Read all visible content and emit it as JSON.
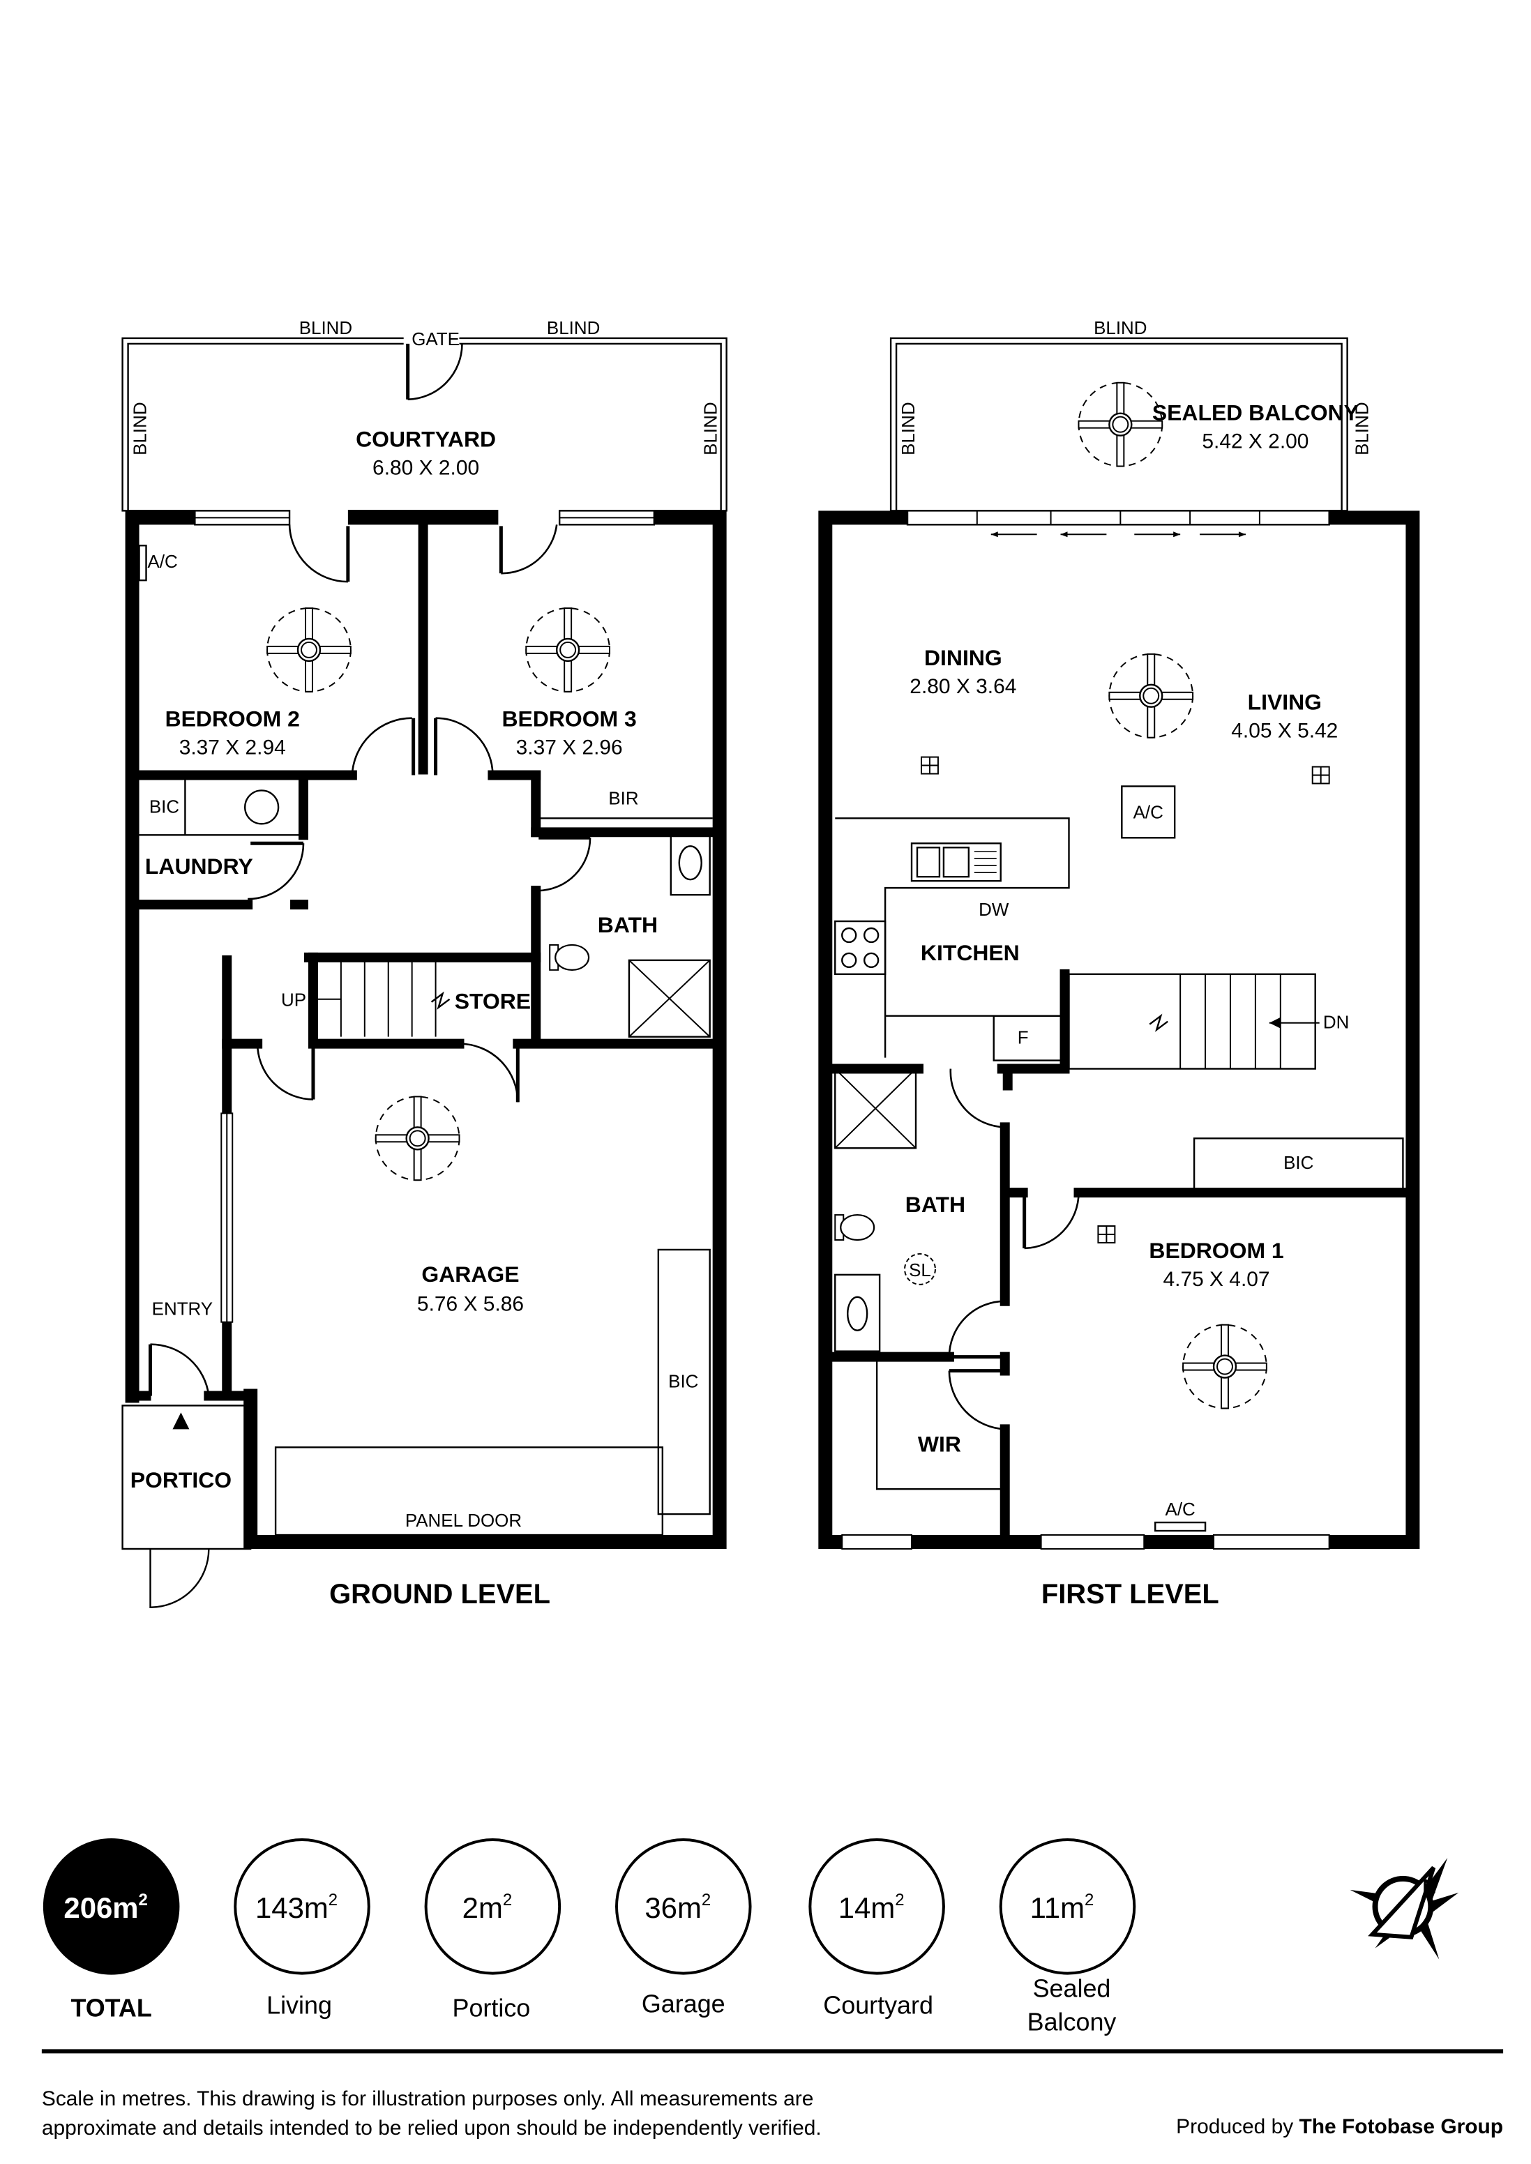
{
  "ground_level": {
    "title": "GROUND LEVEL",
    "rooms": {
      "courtyard": {
        "name": "COURTYARD",
        "dims": "6.80 X 2.00"
      },
      "bedroom2": {
        "name": "BEDROOM 2",
        "dims": "3.37 X 2.94"
      },
      "bedroom3": {
        "name": "BEDROOM 3",
        "dims": "3.37 X 2.96"
      },
      "laundry": {
        "name": "LAUNDRY"
      },
      "bath": {
        "name": "BATH"
      },
      "store": {
        "name": "STORE"
      },
      "garage": {
        "name": "GARAGE",
        "dims": "5.76 X 5.86"
      },
      "portico": {
        "name": "PORTICO"
      }
    },
    "labels": {
      "blind": "BLIND",
      "gate": "GATE",
      "ac": "A/C",
      "bic": "BIC",
      "bir": "BIR",
      "up": "UP",
      "entry": "ENTRY",
      "panel_door": "PANEL DOOR"
    }
  },
  "first_level": {
    "title": "FIRST LEVEL",
    "rooms": {
      "sealed_balcony": {
        "name": "SEALED BALCONY",
        "dims": "5.42 X 2.00"
      },
      "dining": {
        "name": "DINING",
        "dims": "2.80 X 3.64"
      },
      "living": {
        "name": "LIVING",
        "dims": "4.05 X 5.42"
      },
      "kitchen": {
        "name": "KITCHEN"
      },
      "bath": {
        "name": "BATH"
      },
      "bedroom1": {
        "name": "BEDROOM 1",
        "dims": "4.75 X 4.07"
      },
      "wir": {
        "name": "WIR"
      }
    },
    "labels": {
      "blind": "BLIND",
      "ac": "A/C",
      "dw": "DW",
      "f": "F",
      "dn": "DN",
      "bic": "BIC",
      "sl": "SL"
    }
  },
  "areas": [
    {
      "value": "206m",
      "sup": "2",
      "label": "TOTAL",
      "highlight": true
    },
    {
      "value": "143m",
      "sup": "2",
      "label": "Living"
    },
    {
      "value": "2m",
      "sup": "2",
      "label": "Portico"
    },
    {
      "value": "36m",
      "sup": "2",
      "label": "Garage"
    },
    {
      "value": "14m",
      "sup": "2",
      "label": "Courtyard"
    },
    {
      "value": "11m",
      "sup": "2",
      "label": "Sealed",
      "label2": "Balcony"
    }
  ],
  "compass": {
    "letter": "N",
    "icon": "north-compass-icon"
  },
  "footer": {
    "disclaimer_line1": "Scale in metres. This drawing is for illustration purposes only. All measurements are",
    "disclaimer_line2": "approximate and details intended to be relied upon should be independently verified.",
    "produced_by": "Produced by ",
    "company": "The Fotobase Group"
  }
}
